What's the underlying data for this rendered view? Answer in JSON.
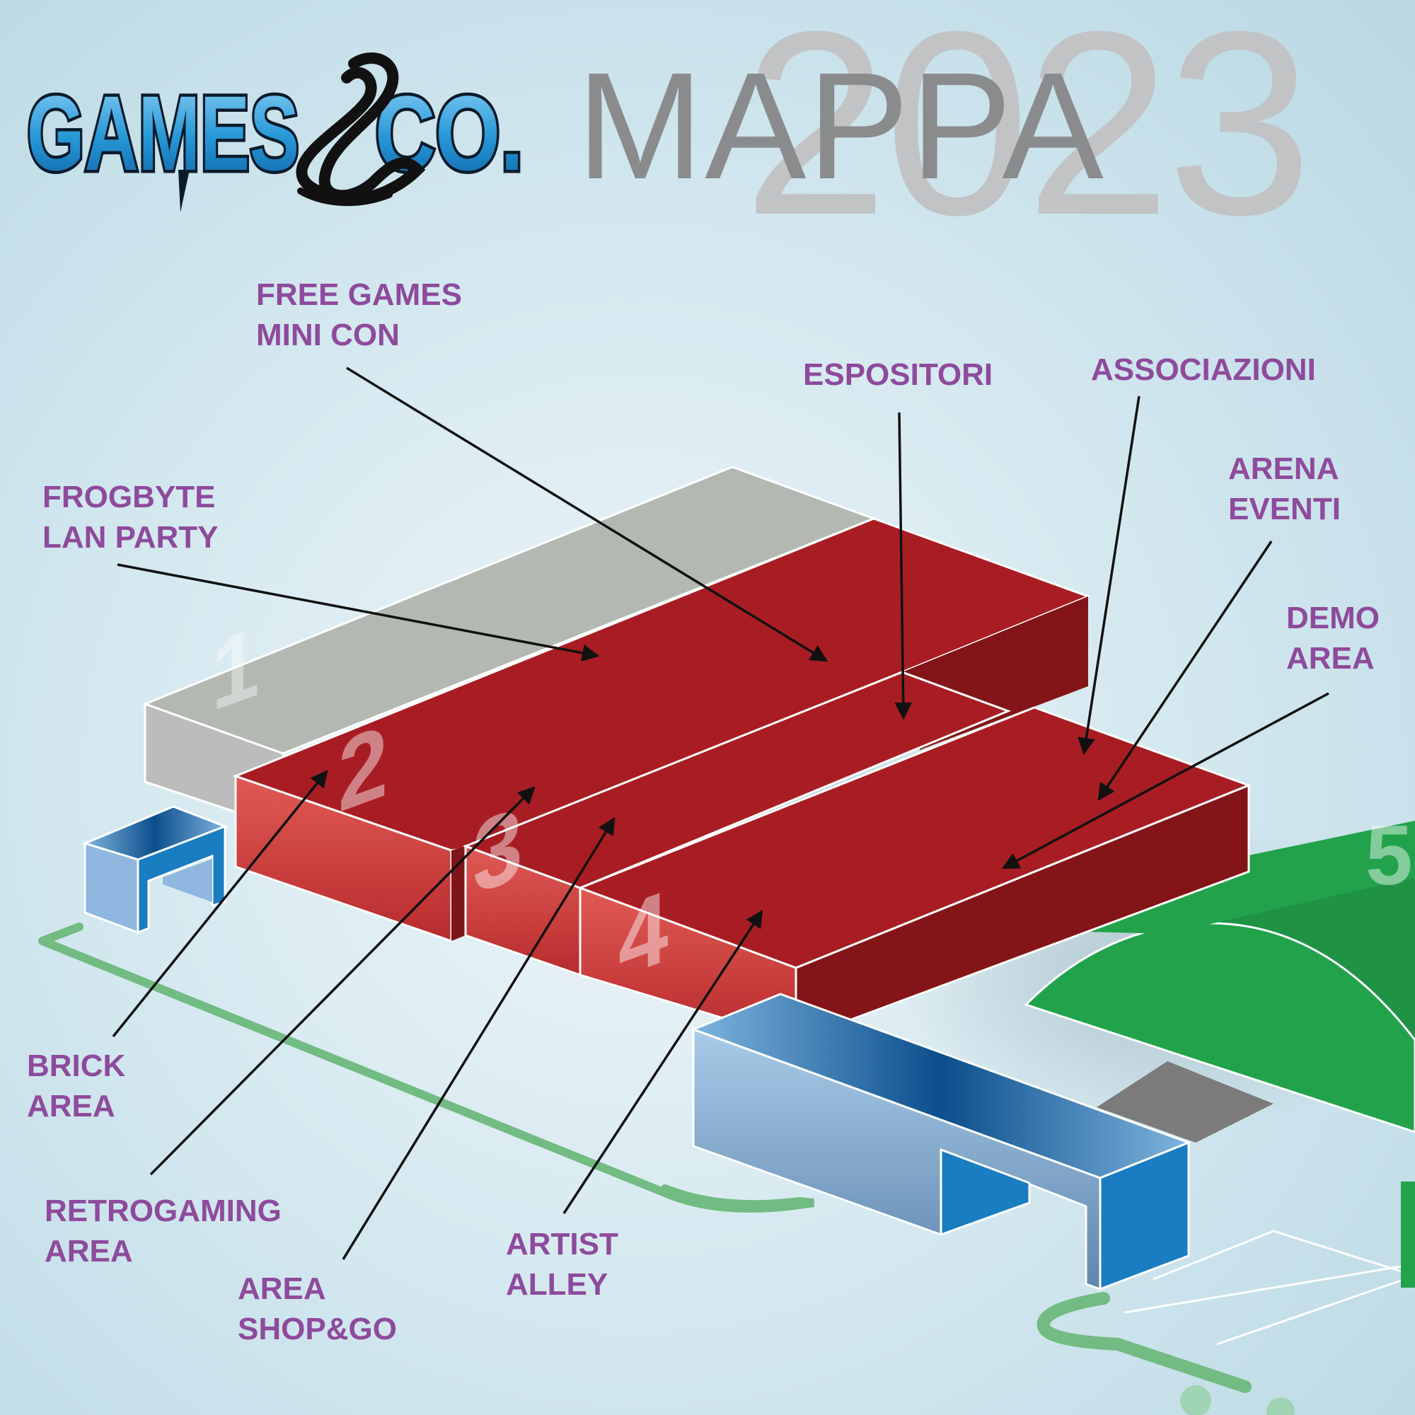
{
  "header": {
    "brand": "GAMES&CO.",
    "title": "MAPPA",
    "year": "2023"
  },
  "halls": [
    {
      "number": "1",
      "color": "#b3b9b2"
    },
    {
      "number": "2",
      "color": "#a81d23"
    },
    {
      "number": "3",
      "color": "#a81d23"
    },
    {
      "number": "4",
      "color": "#a81d23"
    },
    {
      "number": "5",
      "color": "#21a34a"
    }
  ],
  "labels": {
    "free_games": "FREE GAMES\nMINI CON",
    "espositori": "ESPOSITORI",
    "associazioni": "ASSOCIAZIONI",
    "frogbyte": "FROGBYTE\nLAN PARTY",
    "arena_eventi": "ARENA\nEVENTI",
    "demo_area": "DEMO\nAREA",
    "brick_area": "BRICK\nAREA",
    "retrogaming": "RETROGAMING\nAREA",
    "shop_go": "AREA\nSHOP&GO",
    "artist_alley": "ARTIST\nALLEY"
  },
  "colors": {
    "label_purple": "#8e4a9c",
    "hall_red": "#a81d23",
    "hall_grey": "#b3b9b2",
    "hall_green": "#21a34a",
    "building_blue": "#1a7cc1",
    "path_green": "#72bb82"
  }
}
